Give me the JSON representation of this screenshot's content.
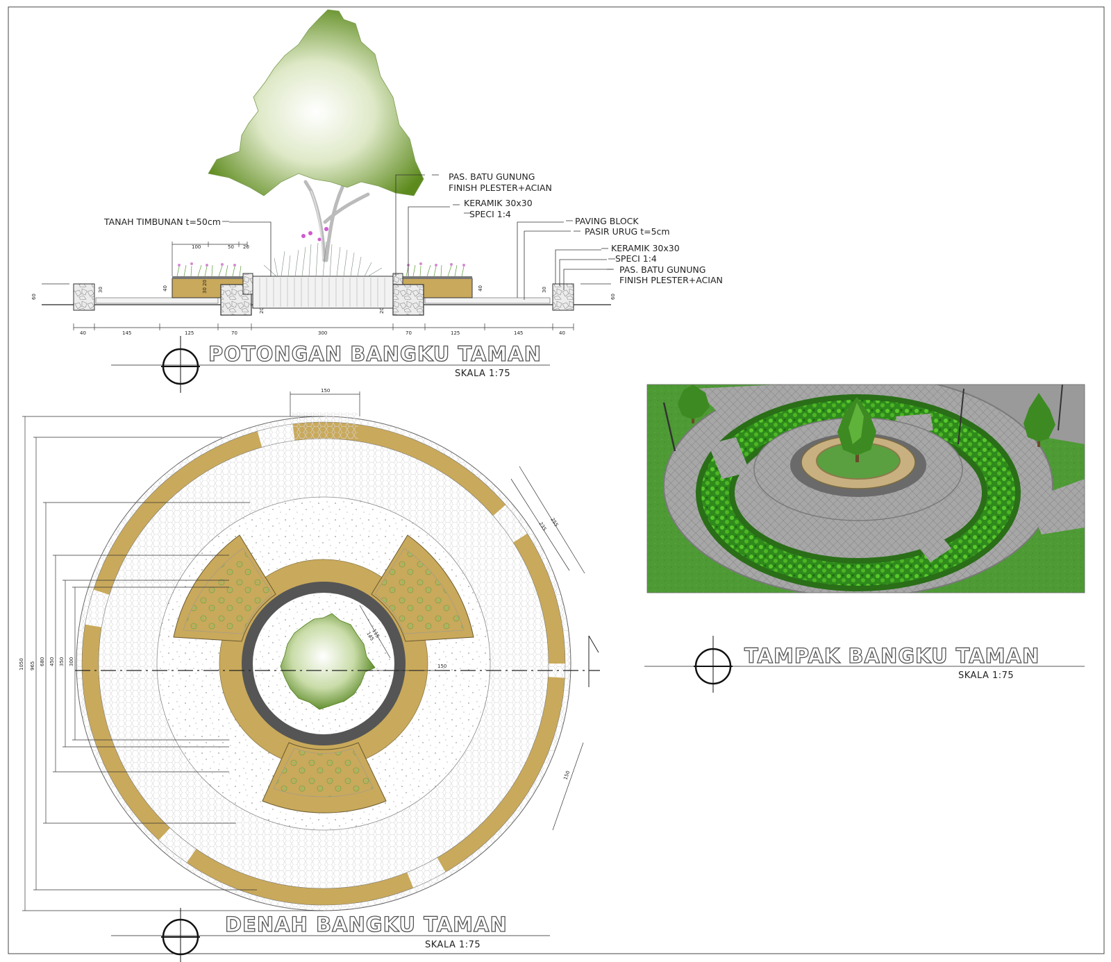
{
  "section": {
    "title": "POTONGAN BANGKU TAMAN",
    "scale": "SKALA 1:75",
    "labels": {
      "pas_batu_1": "PAS. BATU GUNUNG",
      "finish_1": "FINISH PLESTER+ACIAN",
      "keramik_1": "KERAMIK 30x30",
      "speci_1": "SPECI 1:4",
      "tanah": "TANAH TIMBUNAN t=50cm",
      "paving": "PAVING BLOCK",
      "pasir": "PASIR URUG t=5cm",
      "keramik_2": "KERAMIK 30x30",
      "speci_2": "SPECI 1:4",
      "pas_batu_2": "PAS. BATU GUNUNG",
      "finish_2": "FINISH PLESTER+ACIAN"
    },
    "dims_bottom": [
      "40",
      "145",
      "125",
      "70",
      "300",
      "70",
      "125",
      "145",
      "40"
    ],
    "dims_top": [
      "100",
      "50",
      "20"
    ],
    "dims_vertical": [
      "60",
      "30",
      "40",
      "30",
      "20",
      "20",
      "20",
      "40",
      "30",
      "60"
    ]
  },
  "plan": {
    "title": "DENAH BANGKU TAMAN",
    "scale": "SKALA 1:75",
    "dims_top": [
      "150"
    ],
    "dims_left": [
      "1050",
      "965",
      "680",
      "450",
      "350",
      "300"
    ],
    "dims_right": [
      "255",
      "235",
      "150"
    ],
    "dims_inner": [
      "115",
      "145",
      "150"
    ]
  },
  "view": {
    "title": "TAMPAK BANGKU TAMAN",
    "scale": "SKALA 1:75"
  },
  "colors": {
    "gold": "#c9a95b",
    "tree_green": "#5c8a1c",
    "hedge_green": "#3f8a1e",
    "paving_grey": "#a9a9a9",
    "ring_dark": "#555555"
  }
}
